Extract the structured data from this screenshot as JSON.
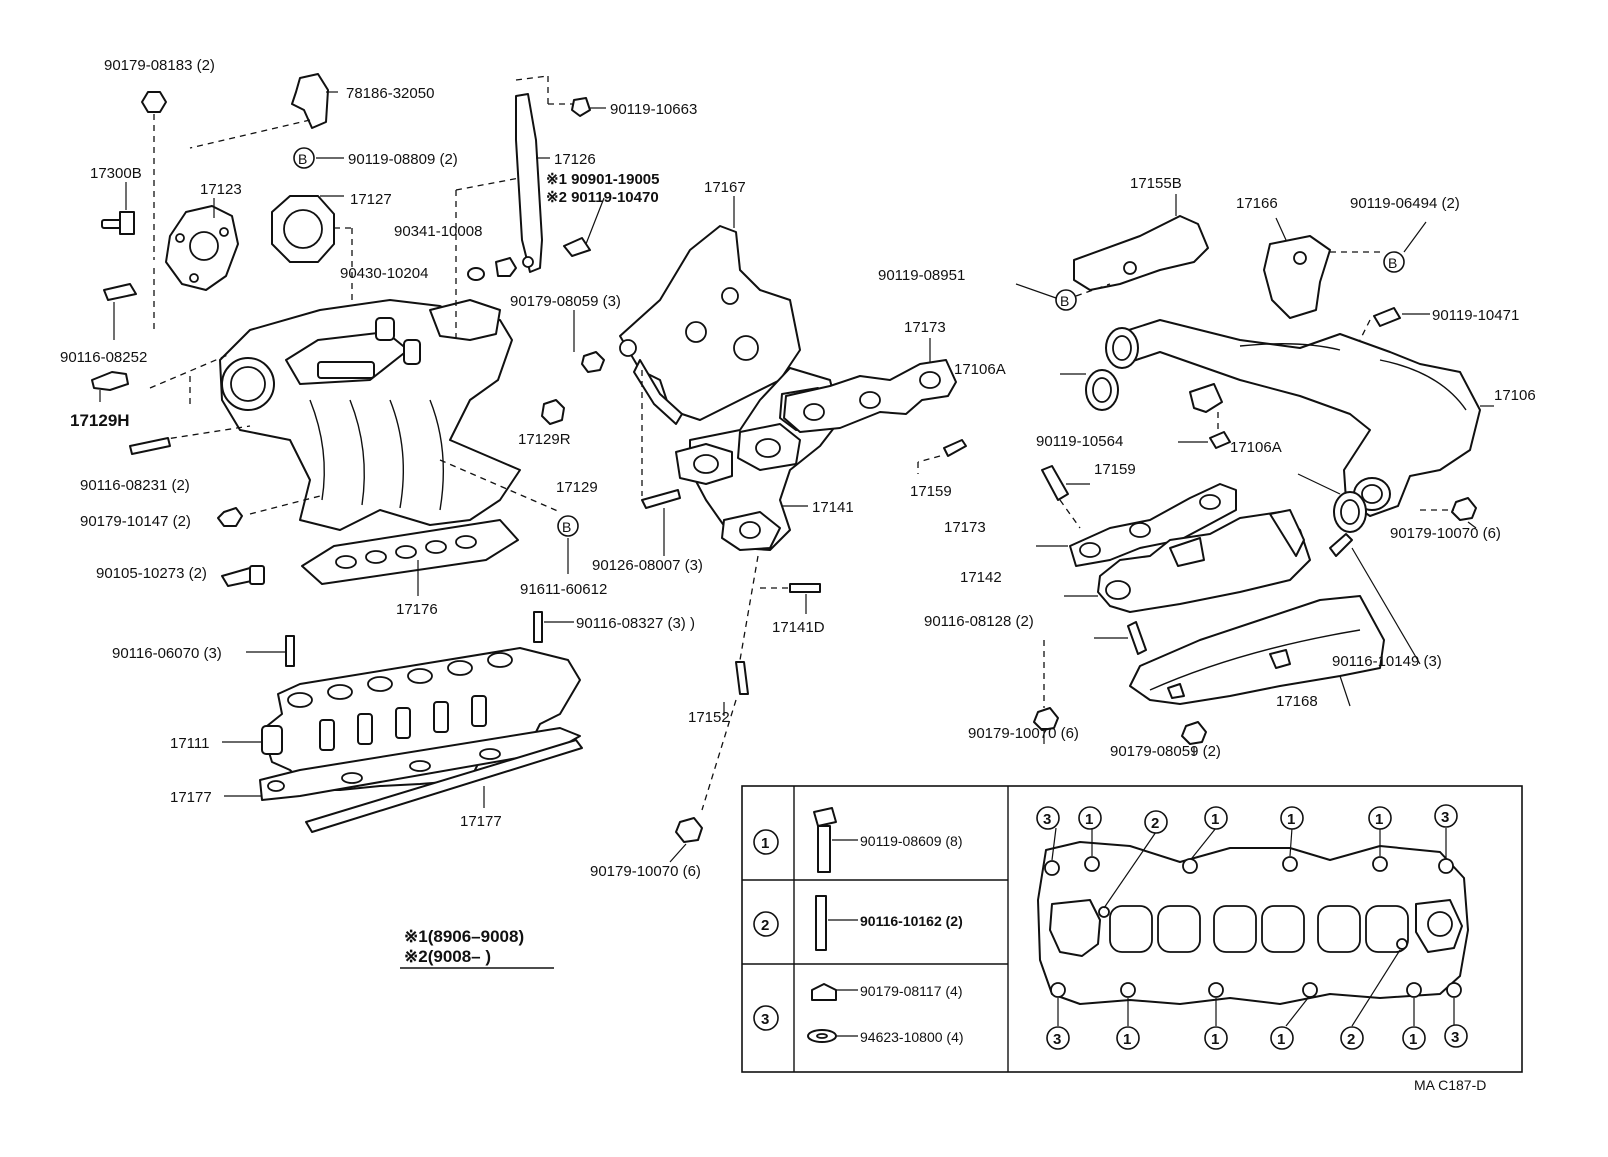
{
  "parts": {
    "p1": "90179-08183 (2)",
    "p2": "78186-32050",
    "p3": "90119-08809 (2)",
    "p4": "17300B",
    "p5": "17123",
    "p6": "17127",
    "p7": "90116-08252",
    "p8": "17129H",
    "p9": "90116-08231 (2)",
    "p10": "90179-10147 (2)",
    "p11": "90105-10273 (2)",
    "p12": "17176",
    "p13": "91611-60612",
    "p14": "17129",
    "p15": "17129R",
    "p16": "90341-10008",
    "p17": "90430-10204",
    "p18": "90119-10663",
    "p19": "17126",
    "p20": "※1 90901-19005",
    "p21": "※2 90119-10470",
    "p22": "90179-08059 (3)",
    "p23": "17167",
    "p24": "17173",
    "p25": "17159",
    "p26": "17141",
    "p27": "90126-08007 (3)",
    "p28": "17141D",
    "p29": "90116-08327 (3) )",
    "p30": "17152",
    "p31": "90179-10070 (6)",
    "p32": "90116-06070 (3)",
    "p33": "17111",
    "p34": "17177",
    "p35": "17177",
    "p36": "17155B",
    "p37": "90119-08951",
    "p38": "17166",
    "p39": "90119-06494 (2)",
    "p40": "90119-10471",
    "p41": "17106A",
    "p42": "17106",
    "p43": "90119-10564",
    "p44": "17106A",
    "p45": "17159",
    "p46": "17173",
    "p47": "17142",
    "p48": "90116-08128 (2)",
    "p49": "90179-10070 (6)",
    "p50": "90116-10149 (3)",
    "p51": "17168",
    "p52": "90179-10070 (6)",
    "p53": "90179-08059 (2)"
  },
  "b_marker": "B",
  "notes": {
    "n1": "※1(8906–9008)",
    "n2": "※2(9008–       )"
  },
  "table": {
    "row1": {
      "num": "1",
      "part": "90119-08609 (8)"
    },
    "row2": {
      "num": "2",
      "part": "90116-10162 (2)"
    },
    "row3": {
      "num": "3",
      "part_a": "90179-08117 (4)",
      "part_b": "94623-10800 (4)"
    }
  },
  "bolt_pattern": {
    "top": [
      "3",
      "1",
      "2",
      "1",
      "1",
      "1",
      "3"
    ],
    "bottom": [
      "3",
      "1",
      "1",
      "1",
      "2",
      "1",
      "3"
    ]
  },
  "footer_code": "MA C187-D"
}
